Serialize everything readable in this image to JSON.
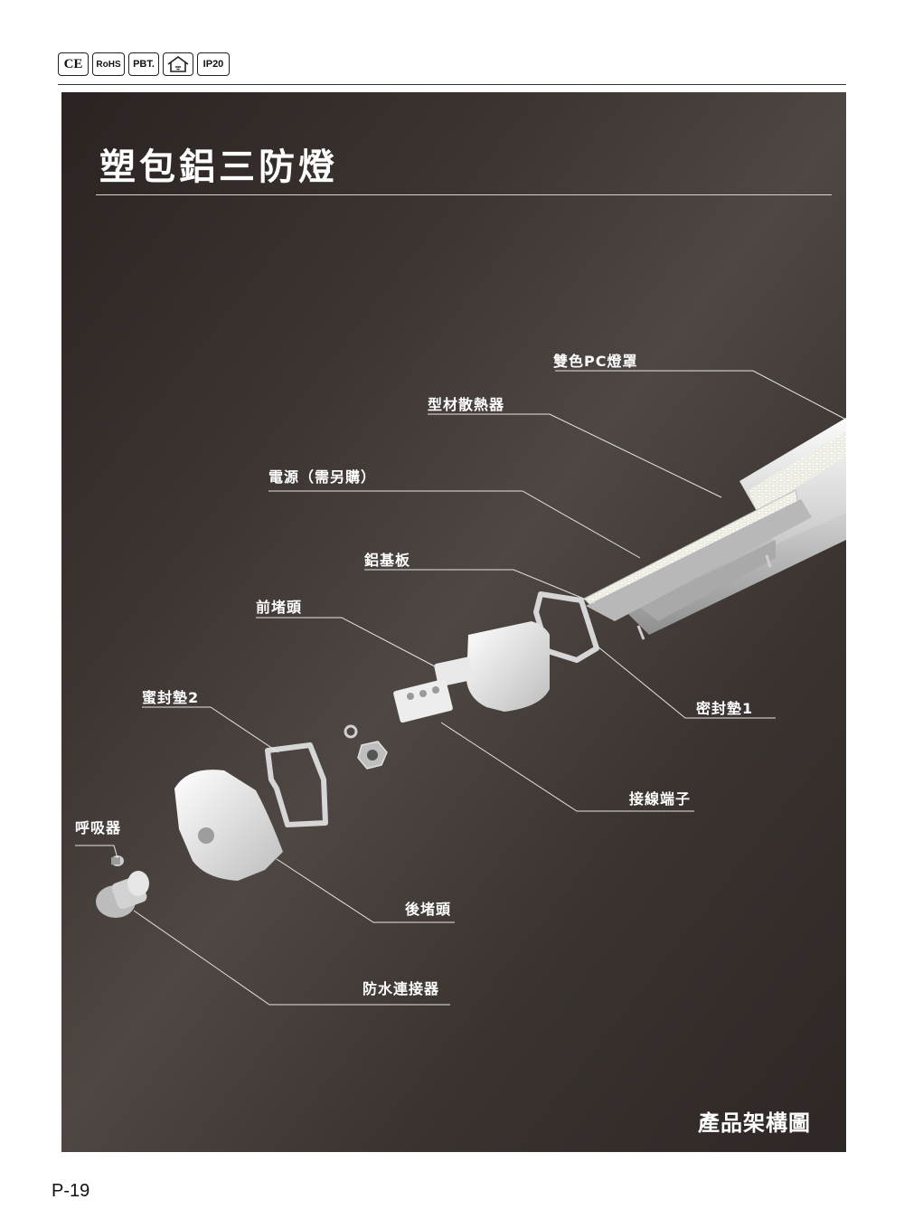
{
  "certifications": {
    "ce": "CE",
    "rohs": "RoHS",
    "pbt": "PBT.",
    "house_icon": "indoor-house-icon",
    "ip": "IP20"
  },
  "title": "塑包鋁三防燈",
  "labels": {
    "pc_cover": "雙色PC燈罩",
    "heatsink": "型材散熱器",
    "power": "電源（需另購）",
    "aluminum_board": "鋁基板",
    "front_cap": "前堵頭",
    "gasket2": "蜜封墊2",
    "gasket1": "密封墊1",
    "terminal": "接線端子",
    "breather": "呼吸器",
    "rear_cap": "後堵頭",
    "waterproof_connector": "防水連接器"
  },
  "footer_title": "產品架構圖",
  "page_number": "P-19"
}
